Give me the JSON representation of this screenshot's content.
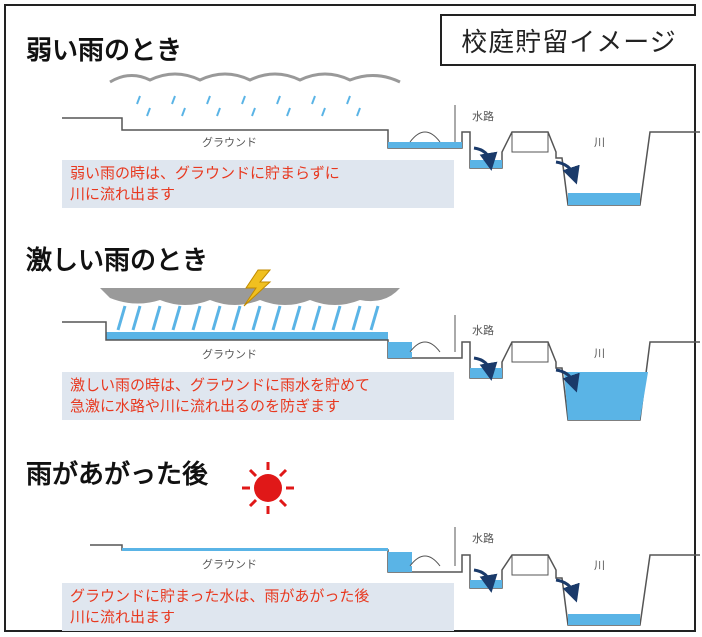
{
  "title": "校庭貯留イメージ",
  "colors": {
    "water": "#5ab4e6",
    "water_light": "#bfe3f6",
    "text_red": "#e8381f",
    "note_bg": "#dfe6ef",
    "cloud_dark": "#9a9a9a",
    "sun": "#e01818"
  },
  "panels": [
    {
      "heading": "弱い雨のとき",
      "ground_label": "グラウンド",
      "channel_label": "水路",
      "river_label": "川",
      "note_line1": "弱い雨の時は、グラウンドに貯まらずに",
      "note_line2": "川に流れ出ます"
    },
    {
      "heading": "激しい雨のとき",
      "ground_label": "グラウンド",
      "channel_label": "水路",
      "river_label": "川",
      "note_line1": "激しい雨の時は、グラウンドに雨水を貯めて",
      "note_line2": "急激に水路や川に流れ出るのを防ぎます"
    },
    {
      "heading": "雨があがった後",
      "ground_label": "グラウンド",
      "channel_label": "水路",
      "river_label": "川",
      "note_line1": "グラウンドに貯まった水は、雨があがった後",
      "note_line2": "川に流れ出ます"
    }
  ]
}
